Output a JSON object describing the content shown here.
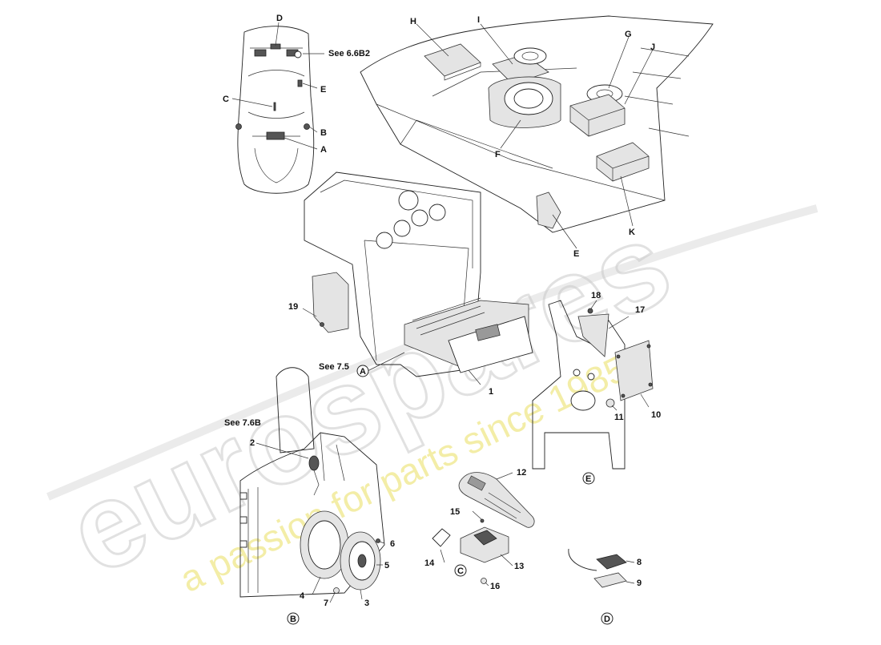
{
  "watermark": {
    "brand": "eurospares",
    "tagline": "a passion for parts since 1985"
  },
  "callouts": {
    "A": "A",
    "B": "B",
    "C": "C",
    "D": "D",
    "E": "E",
    "F": "F",
    "G": "G",
    "H": "H",
    "I": "I",
    "J": "J",
    "K": "K"
  },
  "parts": {
    "p1": "1",
    "p2": "2",
    "p3": "3",
    "p4": "4",
    "p5": "5",
    "p6": "6",
    "p7": "7",
    "p8": "8",
    "p9": "9",
    "p10": "10",
    "p11": "11",
    "p12": "12",
    "p13": "13",
    "p14": "14",
    "p15": "15",
    "p16": "16",
    "p17": "17",
    "p18": "18",
    "p19": "19"
  },
  "views": {
    "A": "A",
    "B": "B",
    "C": "C",
    "D": "D",
    "E": "E"
  },
  "references": {
    "see_66b2": "See  6.6B2",
    "see_75": "See  7.5",
    "see_76b": "See  7.6B"
  }
}
